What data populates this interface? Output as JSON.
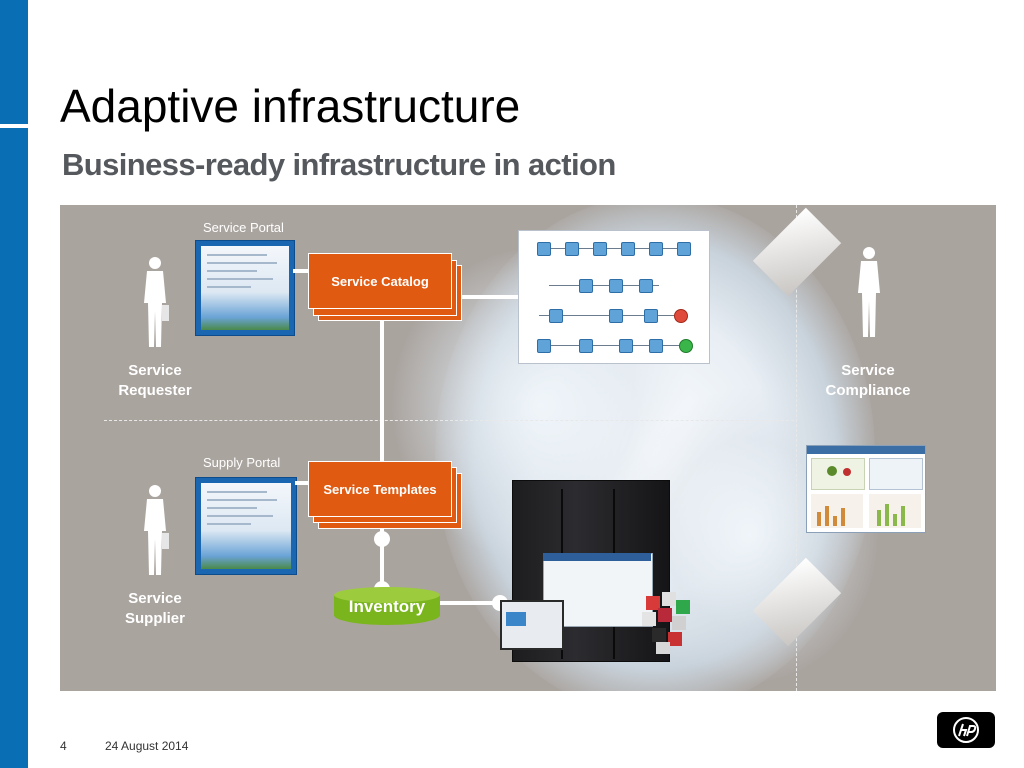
{
  "slide": {
    "title": "Adaptive infrastructure",
    "subtitle": "Business-ready infrastructure in action",
    "page_number": "4",
    "date": "24 August 2014"
  },
  "diagram": {
    "service_portal_label": "Service Portal",
    "supply_portal_label": "Supply Portal",
    "service_catalog_label": "Service Catalog",
    "service_templates_label": "Service Templates",
    "inventory_label": "Inventory",
    "service_requester_line1": "Service",
    "service_requester_line2": "Requester",
    "service_supplier_line1": "Service",
    "service_supplier_line2": "Supplier",
    "service_compliance_line1": "Service",
    "service_compliance_line2": "Compliance"
  },
  "colors": {
    "brand_blue": "#0a6eb4",
    "diagram_bg": "#aaa49f",
    "card_orange": "#e05a12",
    "inventory_green": "#7ab51d"
  },
  "icons": {
    "person": "person-silhouette-icon",
    "logo": "hp-logo-icon"
  }
}
